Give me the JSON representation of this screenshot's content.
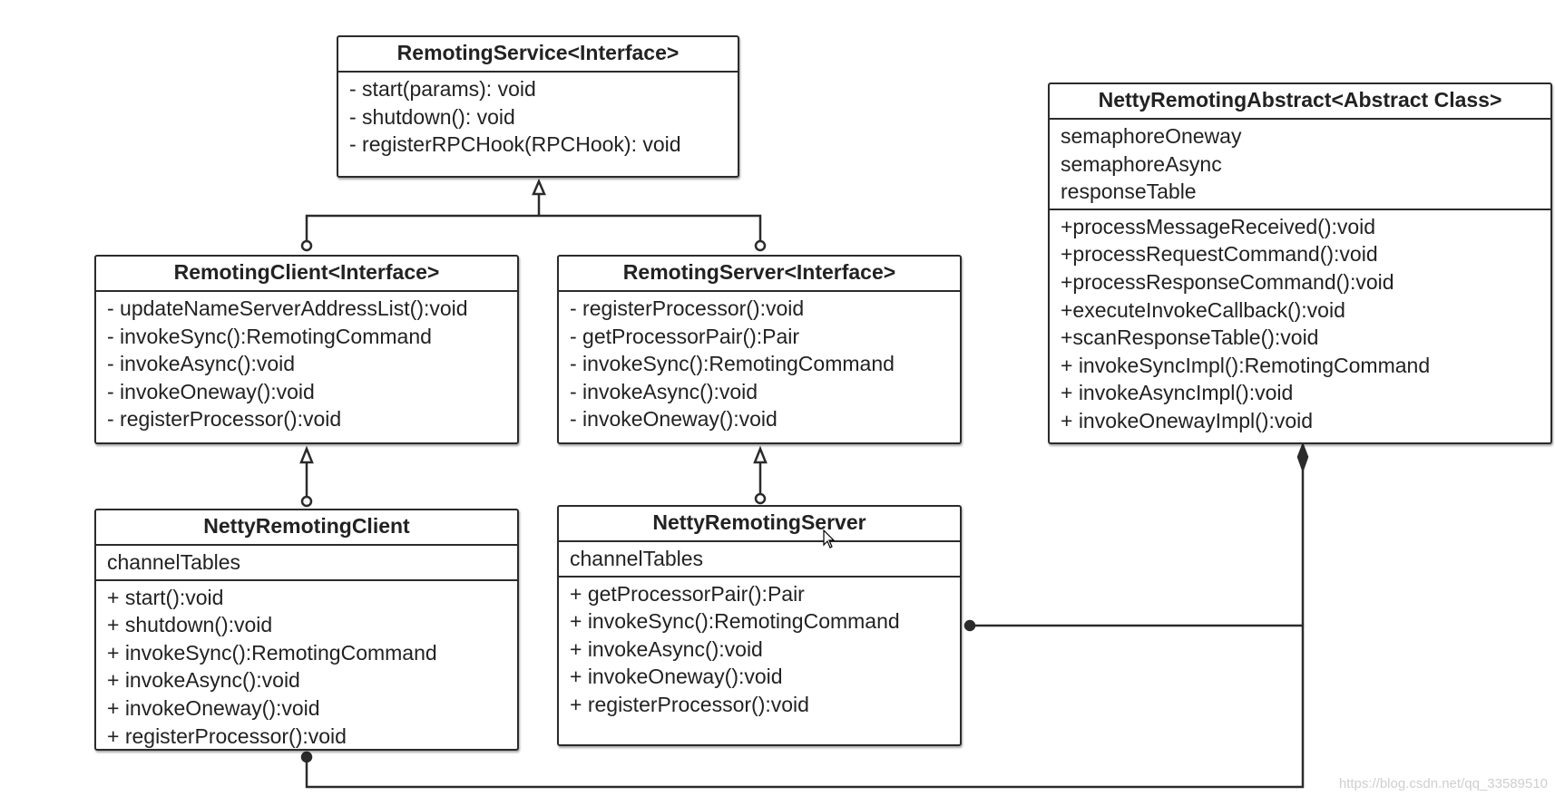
{
  "classes": {
    "remoting_service": {
      "title": "RemotingService<Interface>",
      "methods": [
        "- start(params): void",
        "- shutdown(): void",
        "- registerRPCHook(RPCHook): void"
      ]
    },
    "remoting_client": {
      "title": "RemotingClient<Interface>",
      "methods": [
        "- updateNameServerAddressList():void",
        "- invokeSync():RemotingCommand",
        "- invokeAsync():void",
        "- invokeOneway():void",
        "- registerProcessor():void"
      ]
    },
    "remoting_server": {
      "title": "RemotingServer<Interface>",
      "methods": [
        "- registerProcessor():void",
        "- getProcessorPair():Pair",
        "- invokeSync():RemotingCommand",
        "- invokeAsync():void",
        "- invokeOneway():void"
      ]
    },
    "netty_remoting_abstract": {
      "title": "NettyRemotingAbstract<Abstract Class>",
      "fields": [
        "semaphoreOneway",
        "semaphoreAsync",
        "responseTable"
      ],
      "methods": [
        "+processMessageReceived():void",
        "+processRequestCommand():void",
        "+processResponseCommand():void",
        "+executeInvokeCallback():void",
        "+scanResponseTable():void",
        "+ invokeSyncImpl():RemotingCommand",
        "+ invokeAsyncImpl():void",
        "+ invokeOnewayImpl():void"
      ]
    },
    "netty_remoting_client": {
      "title": "NettyRemotingClient",
      "fields": [
        "channelTables"
      ],
      "methods": [
        "+ start():void",
        "+ shutdown():void",
        "+ invokeSync():RemotingCommand",
        "+ invokeAsync():void",
        "+ invokeOneway():void",
        "+ registerProcessor():void"
      ]
    },
    "netty_remoting_server": {
      "title": "NettyRemotingServer",
      "fields": [
        "channelTables"
      ],
      "methods": [
        "+ getProcessorPair():Pair",
        "+ invokeSync():RemotingCommand",
        "+ invokeAsync():void",
        "+ invokeOneway():void",
        "+ registerProcessor():void"
      ]
    }
  },
  "watermark": "https://blog.csdn.net/qq_33589510",
  "colors": {
    "line": "#2b2b2b",
    "background": "#ffffff",
    "text": "#222222",
    "watermark": "#cfcfcf"
  },
  "icons": {
    "cursor": "mouse-pointer-icon"
  }
}
